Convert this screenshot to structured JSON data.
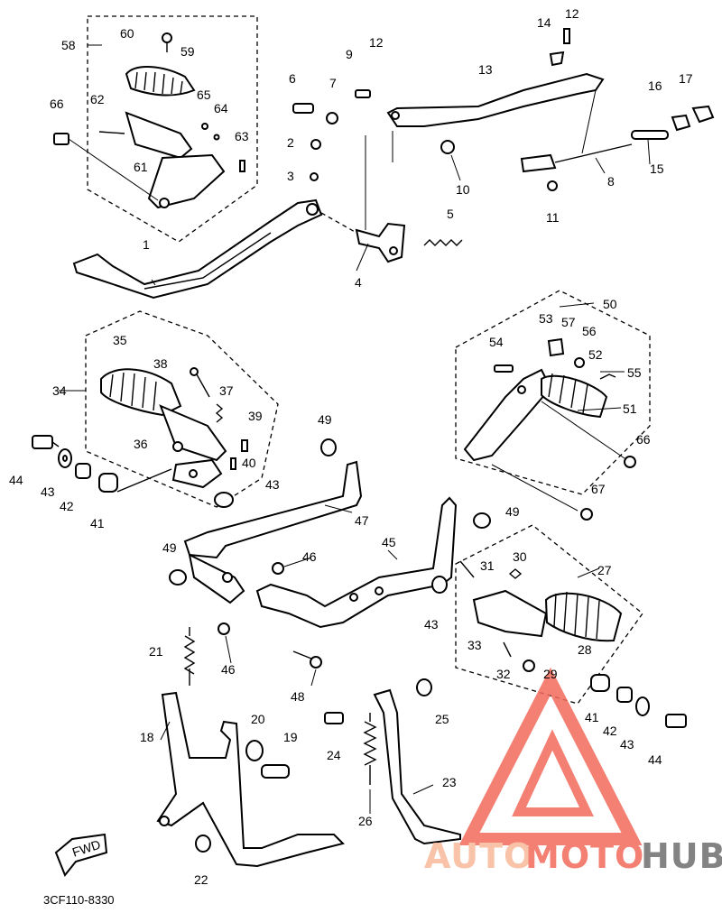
{
  "labels": {
    "p1": "1",
    "p2": "2",
    "p3": "3",
    "p4": "4",
    "p5": "5",
    "p6": "6",
    "p7": "7",
    "p8": "8",
    "p9": "9",
    "p10": "10",
    "p11": "11",
    "p12a": "12",
    "p12b": "12",
    "p13": "13",
    "p14": "14",
    "p15": "15",
    "p16": "16",
    "p17": "17",
    "p18": "18",
    "p19": "19",
    "p20": "20",
    "p21": "21",
    "p22": "22",
    "p23": "23",
    "p24": "24",
    "p25": "25",
    "p26": "26",
    "p27": "27",
    "p28": "28",
    "p29": "29",
    "p30": "30",
    "p31": "31",
    "p32": "32",
    "p33": "33",
    "p34": "34",
    "p35": "35",
    "p36": "36",
    "p37": "37",
    "p38": "38",
    "p39": "39",
    "p40": "40",
    "p41a": "41",
    "p41b": "41",
    "p42a": "42",
    "p42b": "42",
    "p43a": "43",
    "p43b": "43",
    "p43c": "43",
    "p43d": "43",
    "p44a": "44",
    "p44b": "44",
    "p45": "45",
    "p46a": "46",
    "p46b": "46",
    "p47": "47",
    "p48": "48",
    "p49a": "49",
    "p49b": "49",
    "p49c": "49",
    "p50": "50",
    "p51": "51",
    "p52": "52",
    "p53": "53",
    "p54": "54",
    "p55": "55",
    "p56": "56",
    "p57": "57",
    "p58": "58",
    "p59": "59",
    "p60": "60",
    "p61": "61",
    "p62": "62",
    "p63": "63",
    "p64": "64",
    "p65": "65",
    "p66a": "66",
    "p66b": "66",
    "p67": "67"
  },
  "fwd_label": "FWD",
  "diagram_code": "3CF110-8330",
  "watermark": {
    "part1": "AUTO",
    "part2": "MOTO",
    "part3": "HUB",
    "color1": "#f7b99a",
    "color2": "#f26b5b",
    "color3": "#6e6e6e"
  }
}
